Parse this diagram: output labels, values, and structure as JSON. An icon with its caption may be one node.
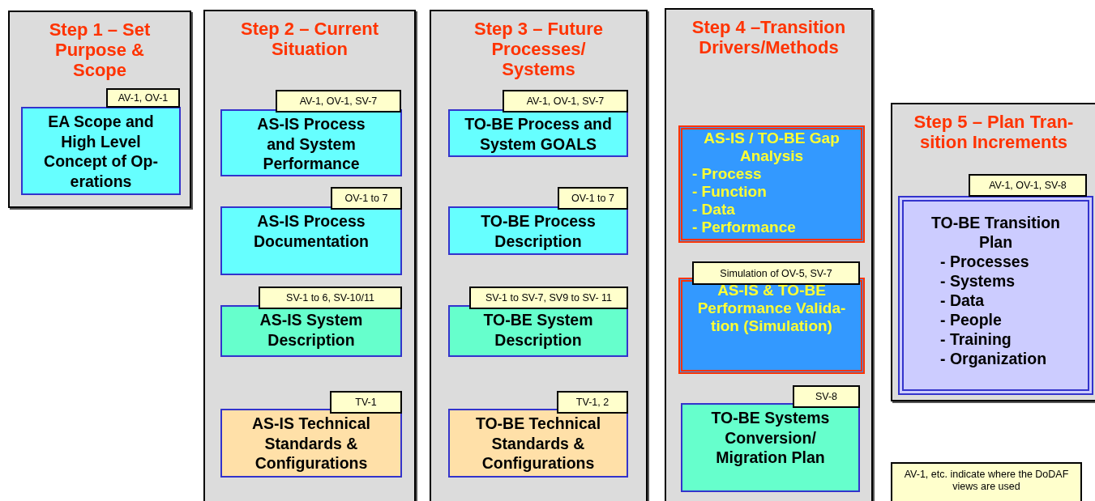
{
  "diagram": {
    "nodes": [
      {
        "text": [
          "Step 1 – Set Purpose & Scope"
        ]
      },
      {
        "text": [
          "EA Scope and High Level Concept of Op-erations"
        ],
        "in": 0,
        "beside": [
          "AV-1, OV-1"
        ]
      },
      {
        "text": [
          "Step 2 – Current Situation"
        ]
      },
      {
        "text": [
          "AS-IS Process and System Performance"
        ],
        "in": 2,
        "beside": [
          "AV-1, OV-1, SV-7"
        ]
      },
      {
        "text": [
          "AS-IS Process Documentation"
        ],
        "in": 2,
        "beside": [
          "OV-1 to 7"
        ]
      },
      {
        "text": [
          "AS-IS System Description"
        ],
        "in": 2,
        "beside": [
          "SV-1 to 6, SV-10/11"
        ]
      },
      {
        "text": [
          "AS-IS Technical Standards & Configurations"
        ],
        "in": 2,
        "beside": [
          "TV-1"
        ]
      },
      {
        "text": [
          "Step 3 – Future Processes/ Systems"
        ]
      },
      {
        "text": [
          "TO-BE Process and System GOALS"
        ],
        "in": 7,
        "beside": [
          "AV-1, OV-1, SV-7"
        ]
      },
      {
        "text": [
          "TO-BE Process Description"
        ],
        "in": 7,
        "beside": [
          "OV-1 to 7"
        ]
      },
      {
        "text": [
          "TO-BE System Description"
        ],
        "in": 7,
        "beside": [
          "SV-1 to SV-7, SV9 to SV- 11"
        ]
      },
      {
        "text": [
          "TO-BE Technical Standards & Configurations"
        ],
        "in": 7,
        "beside": [
          "TV-1, 2"
        ]
      },
      {
        "text": [
          "Step 4 –Transition Drivers/Methods"
        ]
      },
      {
        "text": [
          "AS-IS / TO-BE Gap Analysis",
          "- Process",
          "- Function",
          "- Data",
          "- Performance"
        ],
        "in": 12
      },
      {
        "text": [
          "AS-IS & TO-BE Performance Valida-tion (Simulation)"
        ],
        "in": 12,
        "beside": [
          "Simulation of OV-5, SV-7"
        ]
      },
      {
        "text": [
          "TO-BE Systems Conversion/ Migration Plan"
        ],
        "in": 12,
        "beside": [
          "SV-8"
        ]
      },
      {
        "text": [
          "Step 5 – Plan Tran-sition Increments"
        ]
      },
      {
        "text": [
          "TO-BE Transition Plan",
          "- Processes",
          "- Systems",
          "- Data",
          "- People",
          "- Training",
          "- Organization"
        ],
        "in": 16,
        "beside": [
          "AV-1, OV-1, SV-8"
        ]
      },
      {
        "text": [
          "AV-1, etc. indicate where the DoDAF views are used"
        ]
      }
    ]
  }
}
